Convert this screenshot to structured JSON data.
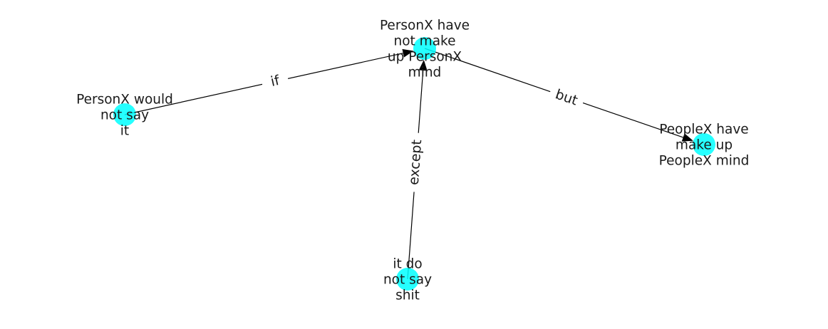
{
  "diagram": {
    "type": "directed-graph",
    "node_color": "#00ffff",
    "edge_color": "#000000",
    "nodes": [
      {
        "id": "n_mind",
        "label_lines": [
          "PersonX have",
          "not make",
          "up PersonX",
          "mind"
        ]
      },
      {
        "id": "n_say",
        "label_lines": [
          "PersonX would",
          "not say",
          "it"
        ]
      },
      {
        "id": "n_people",
        "label_lines": [
          "PeopleX have",
          "make up",
          "PeopleX mind"
        ]
      },
      {
        "id": "n_shit",
        "label_lines": [
          "it do",
          "not say",
          "shit"
        ]
      }
    ],
    "edges": [
      {
        "from": "n_say",
        "to": "n_mind",
        "label": "if"
      },
      {
        "from": "n_mind",
        "to": "n_people",
        "label": "but"
      },
      {
        "from": "n_shit",
        "to": "n_mind",
        "label": "except"
      }
    ]
  }
}
